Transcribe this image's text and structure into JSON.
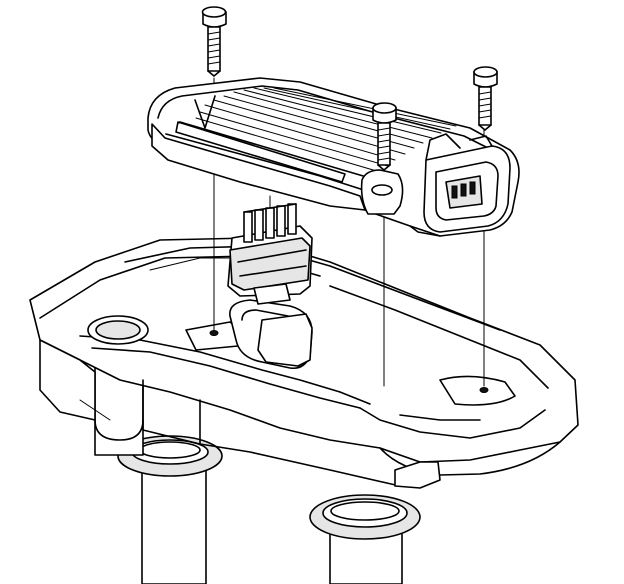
{
  "figure": {
    "parts": [
      {
        "name": "module-housing-with-cooling-fins"
      },
      {
        "name": "mounting-bolt"
      },
      {
        "name": "wire-harness-connector"
      },
      {
        "name": "mounting-bracket-plate"
      },
      {
        "name": "support-post"
      },
      {
        "name": "grommet-washer"
      }
    ],
    "bolt_count": 3,
    "colors": {
      "line": "#000000",
      "background": "#ffffff",
      "shade": "#e6e6e6"
    }
  }
}
